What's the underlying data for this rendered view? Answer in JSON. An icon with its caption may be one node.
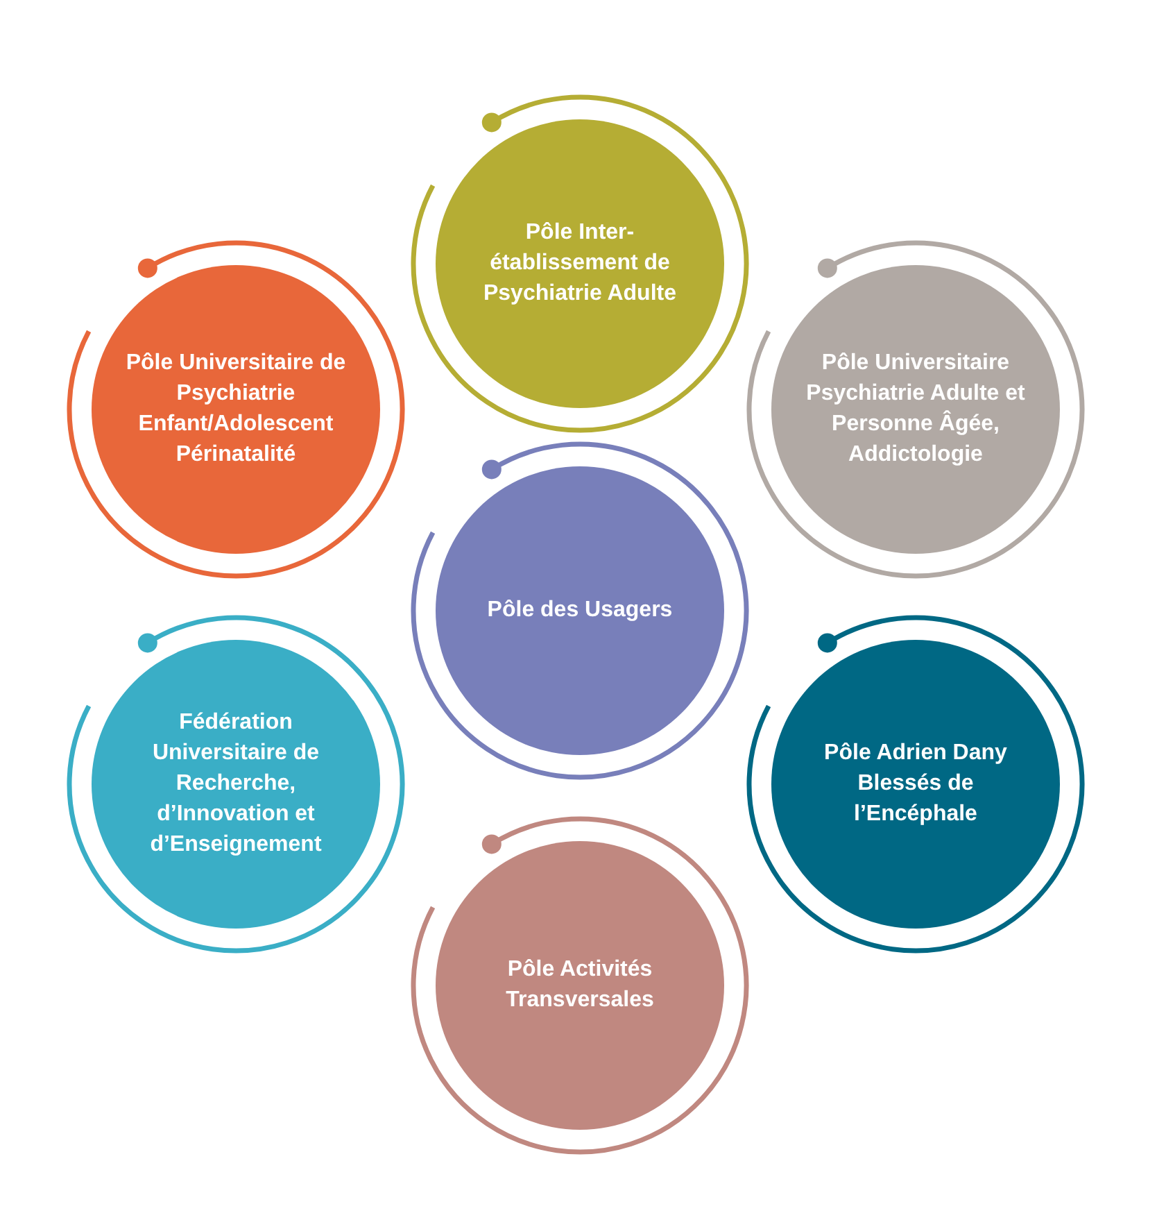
{
  "diagram": {
    "nodes": [
      {
        "text": [
          "Pôle Inter-établissement de Psychiatrie Adulte"
        ]
      },
      {
        "text": [
          "Pôle Universitaire de Psychiatrie Enfant/Adolescent Périnatalité"
        ]
      },
      {
        "text": [
          "Pôle Universitaire Psychiatrie Adulte et Personne Âgée, Addictologie"
        ]
      },
      {
        "text": [
          "Pôle des Usagers"
        ]
      },
      {
        "text": [
          "Fédération Universitaire de Recherche, d’Innovation et d’Enseignement"
        ]
      },
      {
        "text": [
          "Pôle Adrien Dany Blessés de l’Encéphale"
        ]
      },
      {
        "text": [
          "Pôle Activités Transversales"
        ]
      }
    ]
  }
}
